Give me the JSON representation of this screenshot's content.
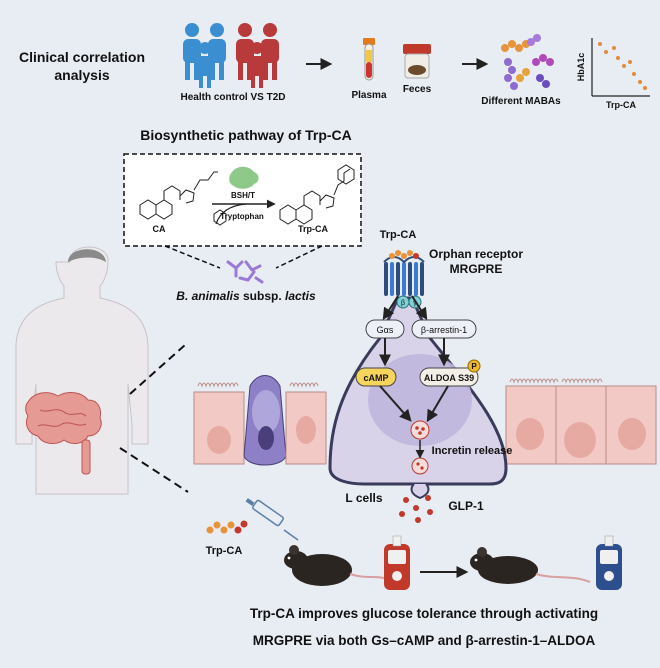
{
  "top": {
    "clinical": [
      "Clinical correlation",
      "analysis"
    ],
    "health_vs_t2d": "Health control VS T2D",
    "plasma": "Plasma",
    "feces": "Feces",
    "mabas": "Different MABAs",
    "plot_ylabel": "HbA1c",
    "plot_xlabel": "Trp-CA"
  },
  "pathway": {
    "title": "Biosynthetic pathway of Trp-CA",
    "enzyme": "BSH/T",
    "tryptophan": "Tryptophan",
    "substrate": "CA",
    "product": "Trp-CA",
    "bacteria": "B. animalis",
    "bacteria_mid": " subsp. ",
    "bacteria_tail": "lactis"
  },
  "cell": {
    "ligand": "Trp-CA",
    "receptor_line1": "Orphan receptor",
    "receptor_line2": "MRGPRE",
    "beta": "β",
    "gamma": "γ",
    "gas": "Gαs",
    "barrestin": "β-arrestin-1",
    "camp": "cAMP",
    "aldoa": "ALDOA S39",
    "phospho": "P",
    "incretin": "Incretin release",
    "glp1": "GLP-1",
    "lcells": "L cells"
  },
  "bottom": {
    "injection": "Trp-CA",
    "conclusion_line1": "Trp-CA improves glucose tolerance through activating",
    "conclusion_line2": "MRGPRE via  both Gs–cAMP and β-arrestin-1–ALDOA"
  },
  "colors": {
    "background": "#e8ecf3",
    "l_cell": "#d9d3ea",
    "l_cell_border": "#3a3a5a",
    "epithelium": "#f2c9c4",
    "goblet": "#8d80c7",
    "glp1_granule": "#c0392b",
    "people_blue": "#3b8fd0",
    "people_red": "#b83a3a"
  }
}
